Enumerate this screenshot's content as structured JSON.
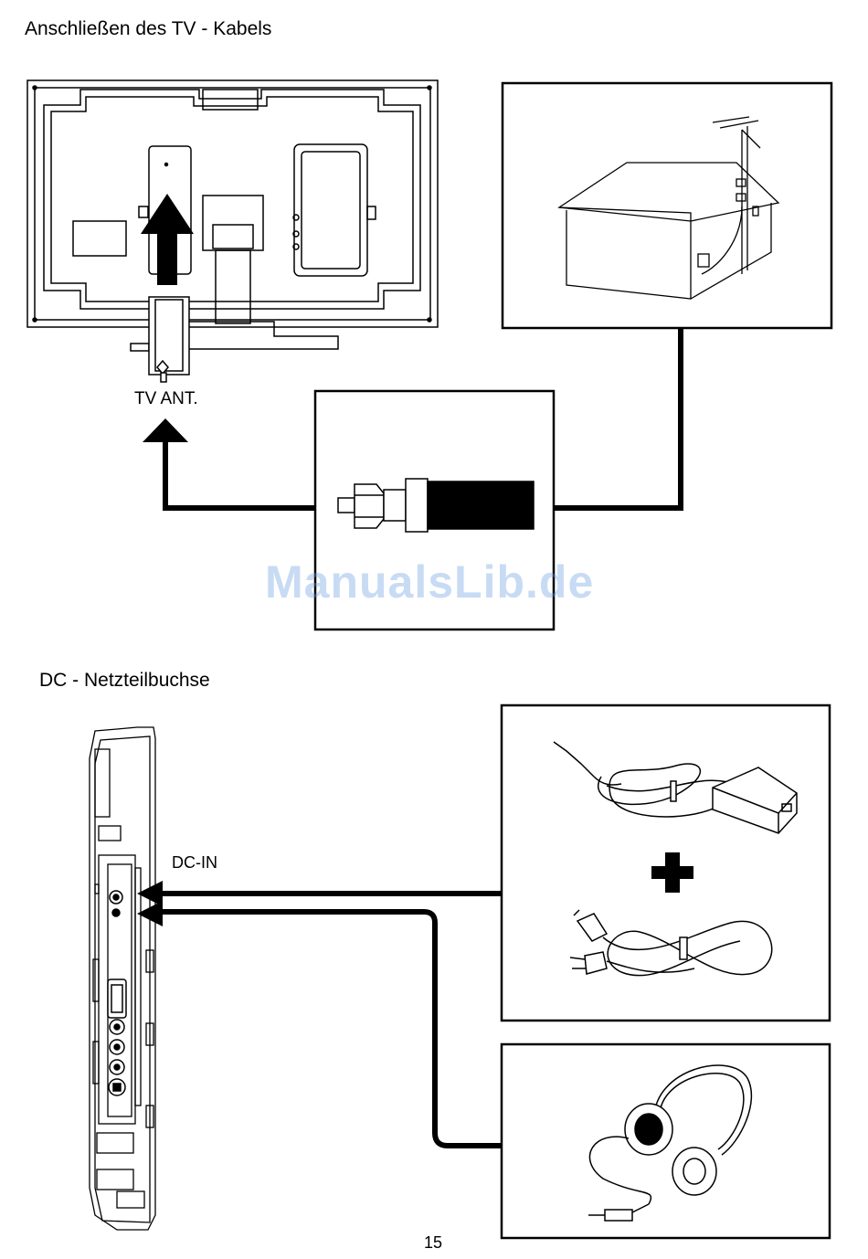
{
  "section_antenna": {
    "heading": "Anschließen des TV - Kabels",
    "tv_ant_label": "TV ANT."
  },
  "section_dc": {
    "heading": "DC - Netzteilbuchse",
    "dc_in_label": "DC-IN"
  },
  "watermark": "ManualsLib.de",
  "page_number": "15"
}
